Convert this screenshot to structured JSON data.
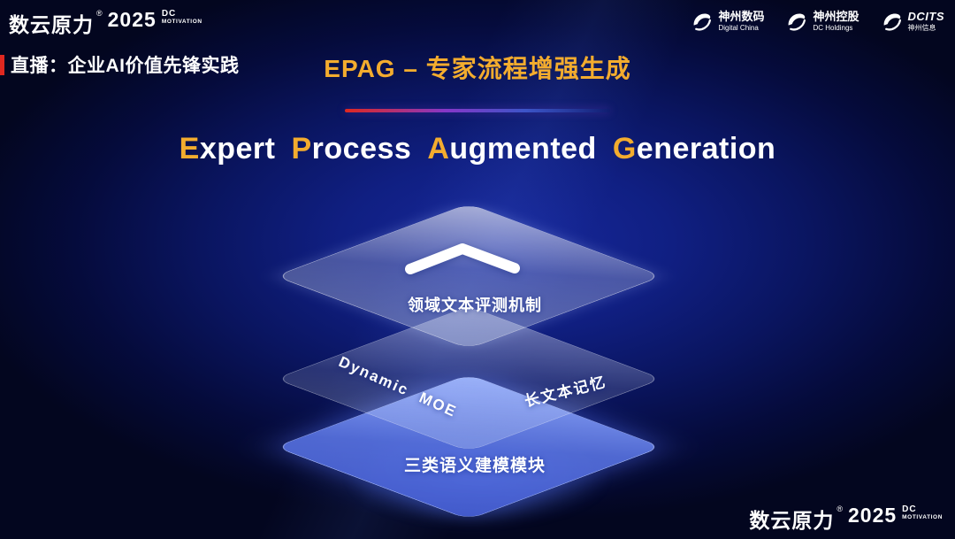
{
  "brand": {
    "name": "数云原力",
    "reg": "®",
    "year": "2025",
    "dc": "DC",
    "motivation": "MOTIVATION"
  },
  "header": {
    "live_label": "直播：企业AI价值先锋实践",
    "title": "EPAG – 专家流程增强生成",
    "partners": [
      {
        "name": "神州数码",
        "sub": "Digital China"
      },
      {
        "name": "神州控股",
        "sub": "DC Holdings"
      },
      {
        "name": "DCITS",
        "sub": "神州信息"
      }
    ]
  },
  "main": {
    "subtitle_words": [
      {
        "first": "E",
        "rest": "xpert"
      },
      {
        "first": "P",
        "rest": "rocess"
      },
      {
        "first": "A",
        "rest": "ugmented"
      },
      {
        "first": "G",
        "rest": "eneration"
      }
    ],
    "diagram": {
      "top_label": "领域文本评测机制",
      "middle_left_label": "Dynamic MOE",
      "middle_right_label": "长文本记忆",
      "bottom_label": "三类语义建模模块"
    }
  },
  "colors": {
    "accent_gold": "#f3ac2e",
    "accent_red": "#e02820",
    "layer_blue": "#5c78eb",
    "background_blue": "#101f82"
  }
}
